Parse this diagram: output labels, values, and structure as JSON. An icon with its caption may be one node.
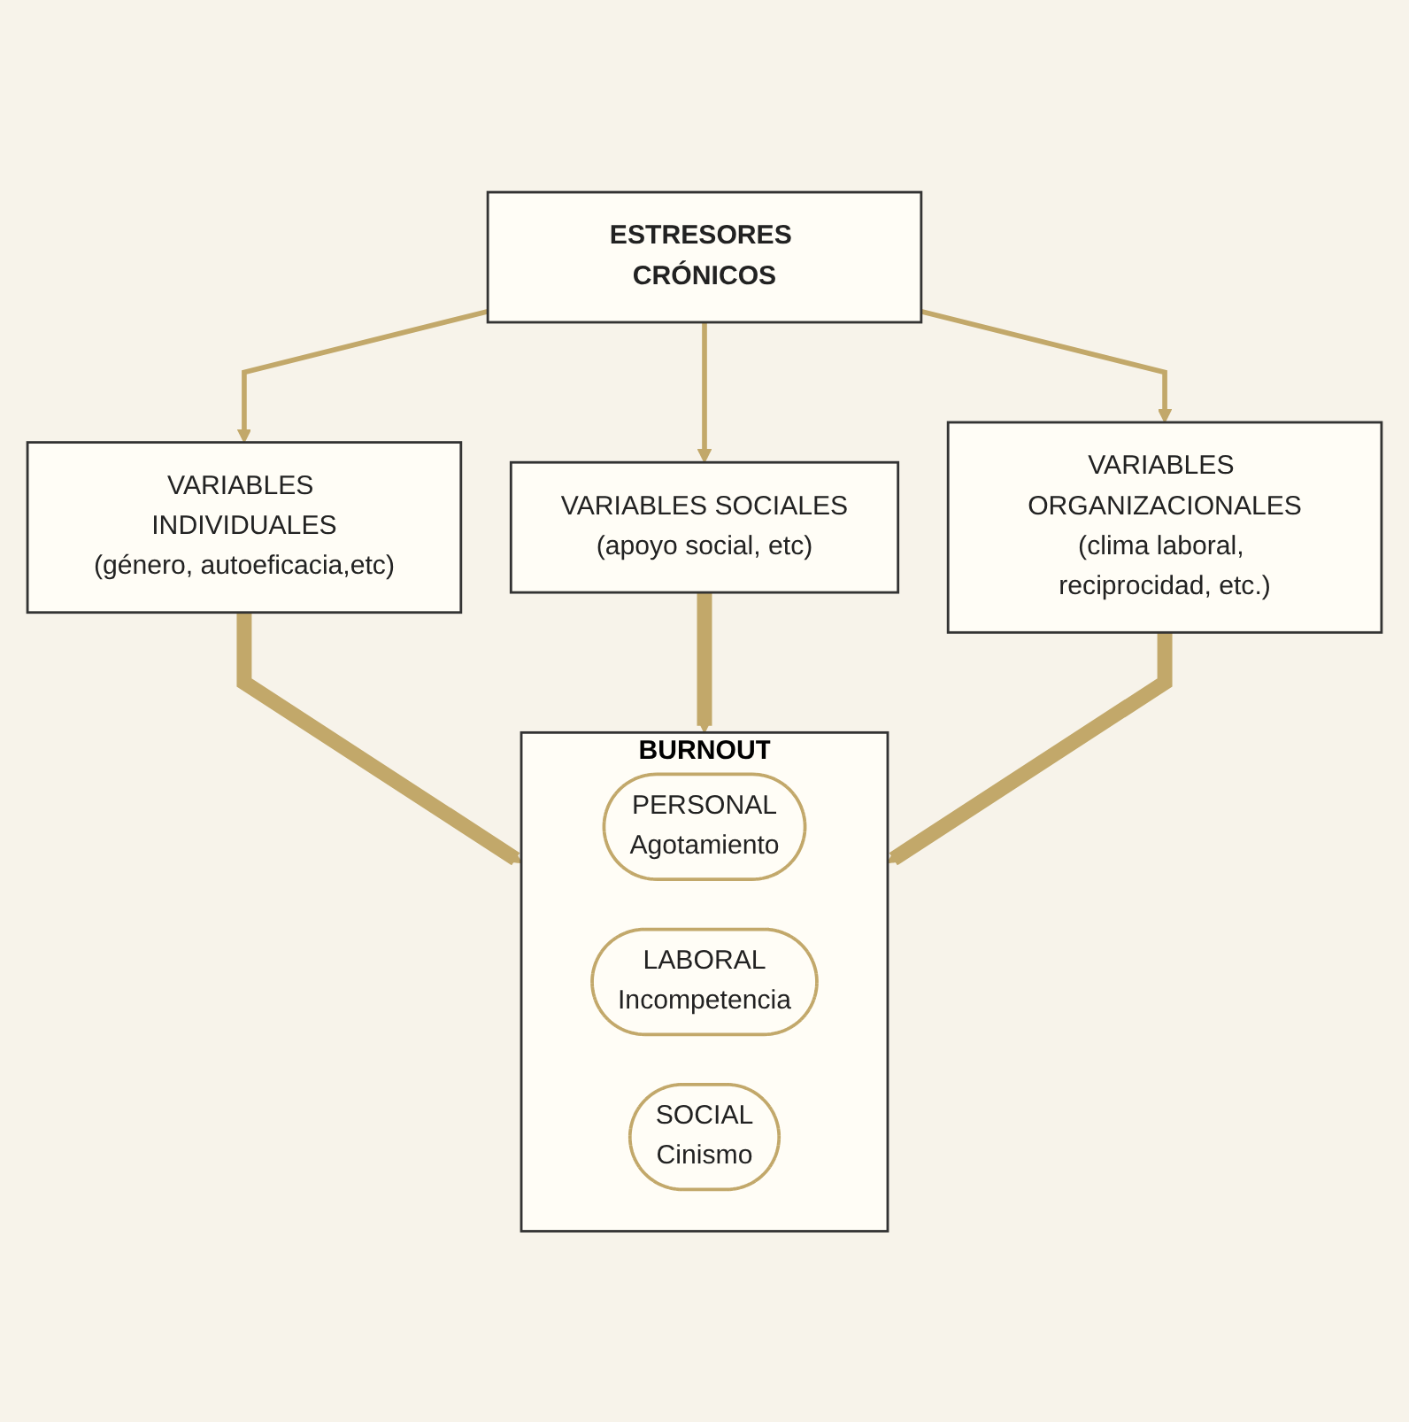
{
  "diagram": {
    "nodes": [
      {
        "text": [
          "ESTRESORES CRÓNICOS"
        ]
      },
      {
        "text": [
          "VARIABLES INDIVIDUALES",
          "(género, autoeficacia,etc)"
        ]
      },
      {
        "text": [
          "VARIABLES SOCIALES",
          "(apoyo social, etc)"
        ]
      },
      {
        "text": [
          "VARIABLES ORGANIZACIONALES",
          "(clima laboral, reciprocidad, etc.)"
        ]
      },
      {
        "text": [
          "BURNOUT"
        ]
      },
      {
        "text": [
          "PERSONAL",
          "Agotamiento"
        ],
        "in": 4
      },
      {
        "text": [
          "LABORAL",
          "Incompetencia"
        ],
        "in": 4
      },
      {
        "text": [
          "SOCIAL",
          "Cinismo"
        ],
        "in": 4
      }
    ],
    "edges": [
      {
        "from": 0,
        "to": 1,
        "arrow": "to"
      },
      {
        "from": 0,
        "to": 2,
        "arrow": "to"
      },
      {
        "from": 0,
        "to": 3,
        "arrow": "to"
      },
      {
        "from": 1,
        "to": 4,
        "arrow": "to",
        "style": "thick"
      },
      {
        "from": 2,
        "to": 4,
        "arrow": "to",
        "style": "thick"
      },
      {
        "from": 3,
        "to": 4,
        "arrow": "to",
        "style": "thick"
      }
    ]
  }
}
